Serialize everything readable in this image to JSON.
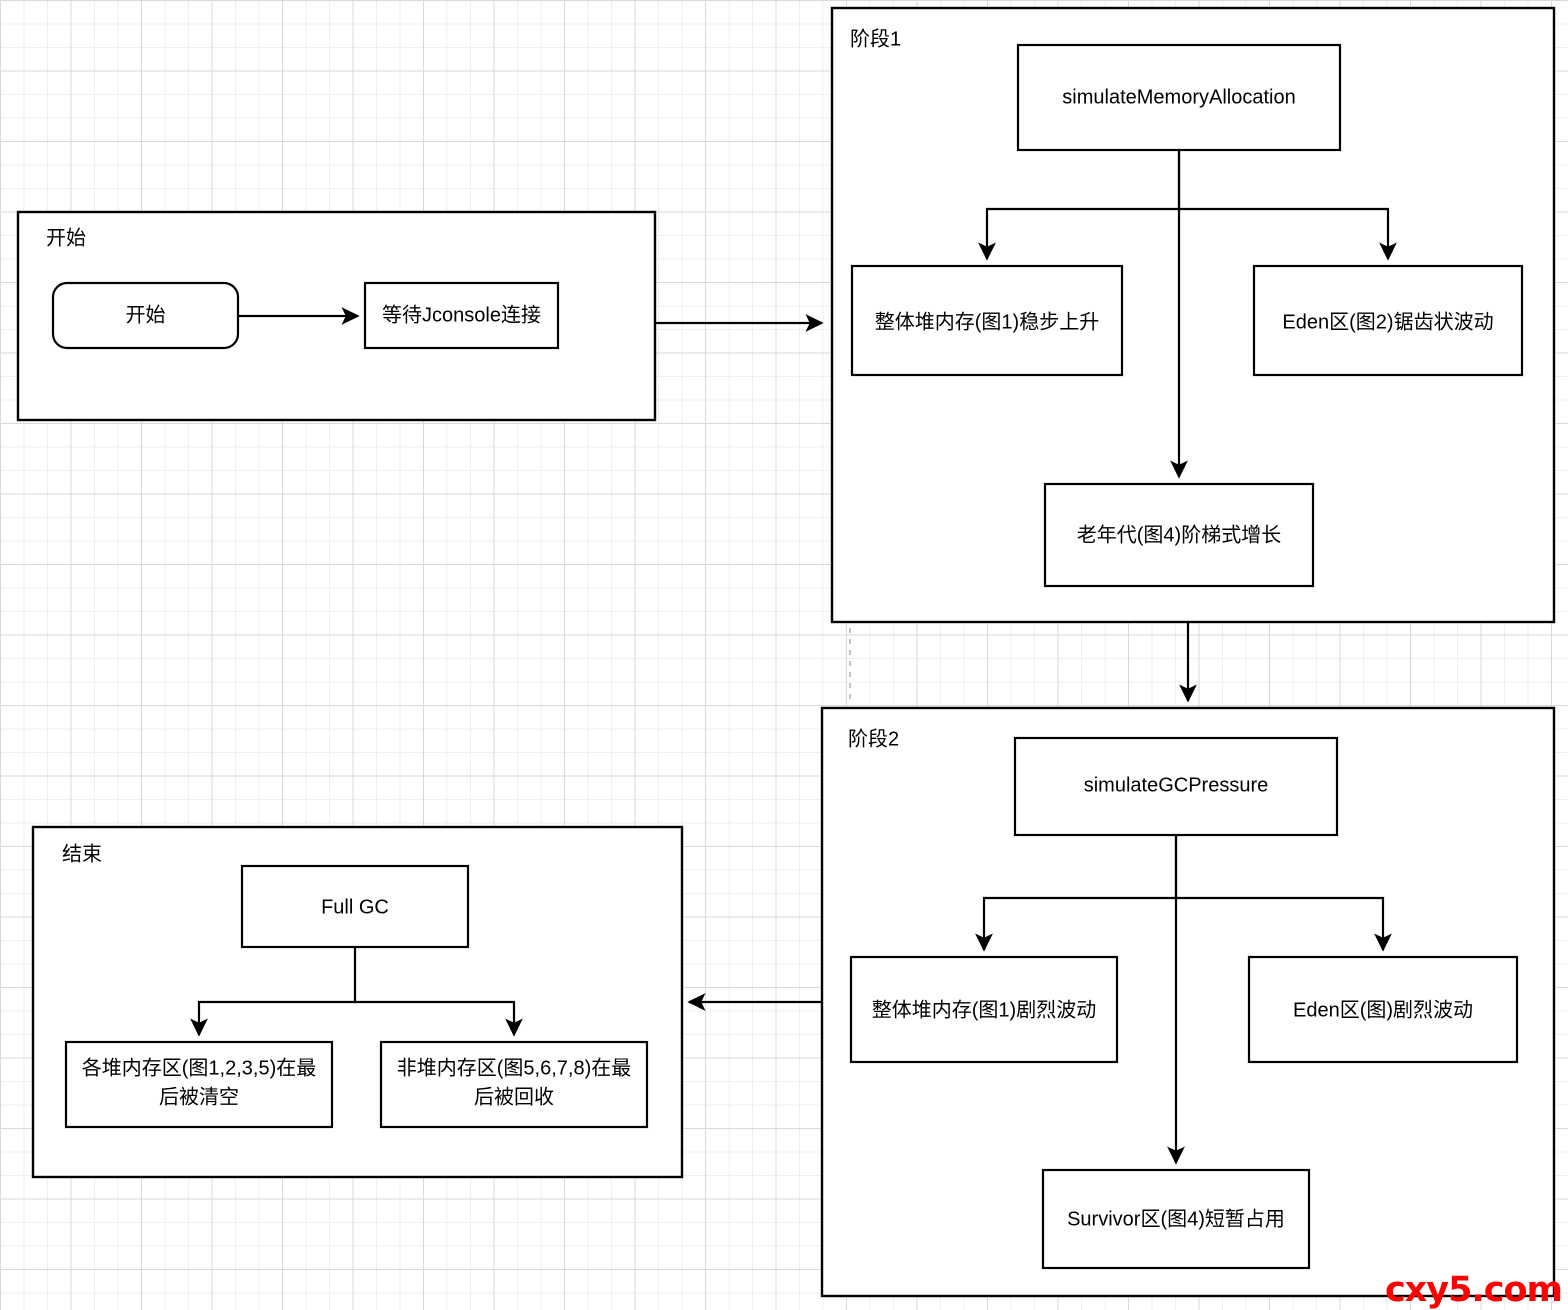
{
  "diagram": {
    "title_watermark": "cxy5.com",
    "accent_color": "#ff0000",
    "line_color": "#000000",
    "fill_color": "#ffffff",
    "groups": [
      {
        "id": "start",
        "label": "开始"
      },
      {
        "id": "phase1",
        "label": "阶段1"
      },
      {
        "id": "phase2",
        "label": "阶段2"
      },
      {
        "id": "end",
        "label": "结束"
      }
    ],
    "nodes": {
      "start_terminal": "开始",
      "wait_jconsole": "等待Jconsole连接",
      "simulate_memory_allocation": "simulateMemoryAllocation",
      "heap_total_rise": "整体堆内存(图1)稳步上升",
      "eden_sawtooth": "Eden区(图2)锯齿状波动",
      "old_gen_step": "老年代(图4)阶梯式增长",
      "simulate_gc_pressure": "simulateGCPressure",
      "heap_total_volatile": "整体堆内存(图1)剧烈波动",
      "eden_volatile": "Eden区(图)剧烈波动",
      "survivor_brief": "Survivor区(图4)短暂占用",
      "full_gc": "Full GC",
      "heap_cleared_line1": "各堆内存区(图1,2,3,5)在最",
      "heap_cleared_line2": "后被清空",
      "nonheap_reclaimed_line1": "非堆内存区(图5,6,7,8)在最",
      "nonheap_reclaimed_line2": "后被回收"
    }
  }
}
